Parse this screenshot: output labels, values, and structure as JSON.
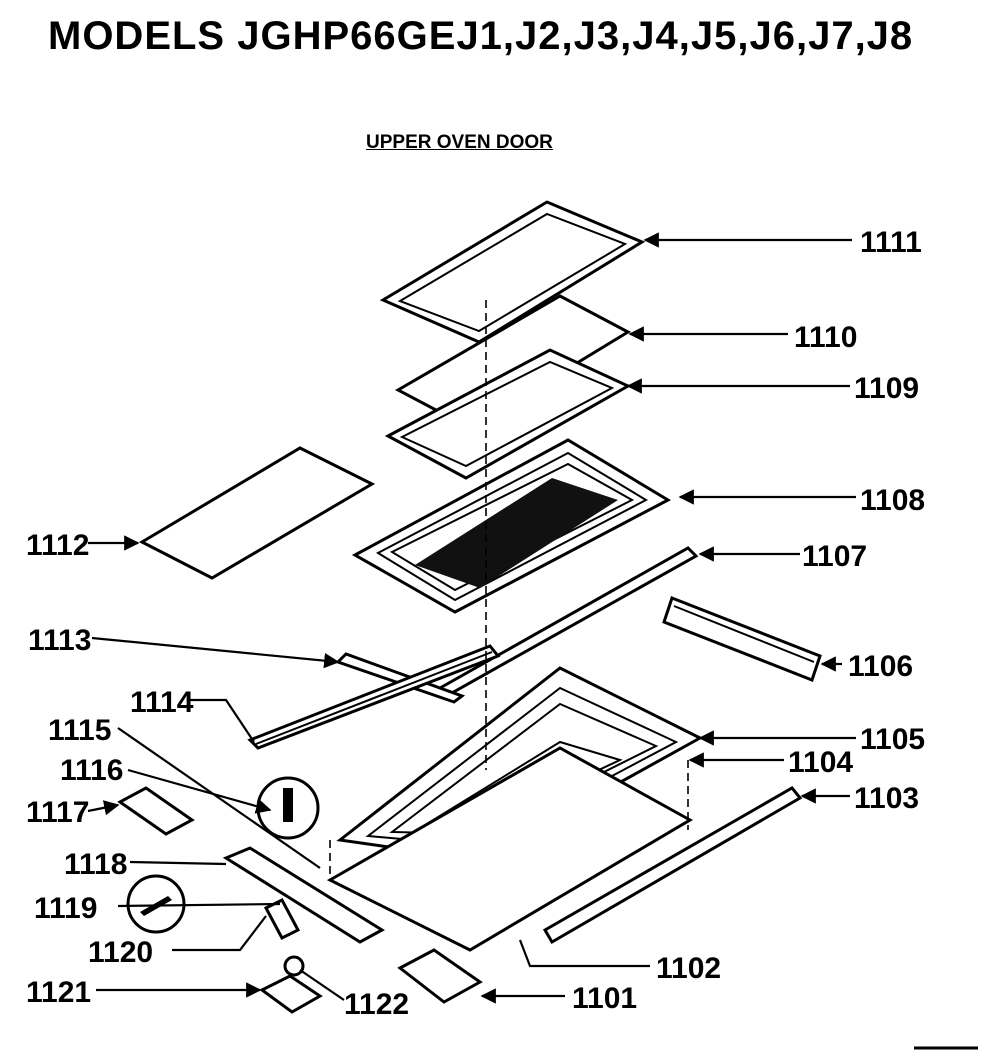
{
  "header": {
    "title": "MODELS JGHP66GEJ1,J2,J3,J4,J5,J6,J7,J8",
    "section": "UPPER OVEN DOOR"
  },
  "callouts": [
    "1111",
    "1110",
    "1109",
    "1108",
    "1107",
    "1106",
    "1105",
    "1104",
    "1103",
    "1102",
    "1101",
    "1112",
    "1113",
    "1114",
    "1115",
    "1116",
    "1117",
    "1118",
    "1119",
    "1120",
    "1121",
    "1122"
  ],
  "colors": {
    "ink": "#000000",
    "paper": "#ffffff"
  }
}
